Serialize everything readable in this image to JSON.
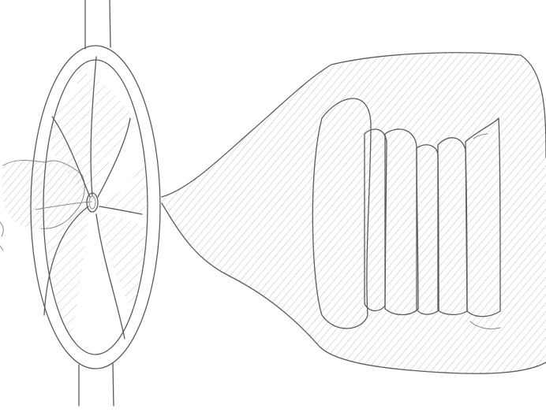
{
  "drawing": {
    "style": "pencil-sketch",
    "ink_color": "#5a5a5a",
    "shade_color": "#b9b9b9",
    "background_color": "#ffffff",
    "objects": [
      {
        "name": "fan",
        "part_names": [
          "mounting-pole",
          "fan-ring",
          "fan-blades",
          "fan-hub"
        ]
      },
      {
        "name": "funnel-plume",
        "part_names": [
          "cone",
          "rounded-lobes"
        ]
      },
      {
        "name": "cloud-puff"
      }
    ]
  }
}
